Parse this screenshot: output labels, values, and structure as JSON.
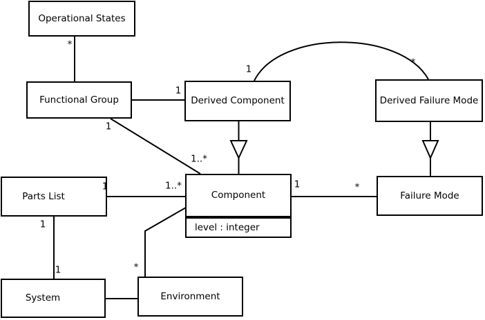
{
  "diagram_type": "uml-class-diagram",
  "colors": {
    "line": "#000000",
    "box_fill": "#ffffff",
    "text": "#000000",
    "background": "#ffffff"
  },
  "boxes": {
    "operational_states": {
      "label": "Operational States"
    },
    "functional_group": {
      "label": "Functional Group"
    },
    "derived_component": {
      "label": "Derived Component"
    },
    "derived_failure_mode": {
      "label": "Derived Failure Mode"
    },
    "parts_list": {
      "label": "Parts List"
    },
    "component": {
      "label": "Component",
      "attribute": "level : integer"
    },
    "failure_mode": {
      "label": "Failure Mode"
    },
    "system": {
      "label": "System"
    },
    "environment": {
      "label": "Environment"
    }
  },
  "multiplicities": {
    "m_opstates_fg": "*",
    "m_fg_dc": "1",
    "m_fg_comp_src": "1",
    "m_fg_comp_dst": "1..*",
    "m_dc_arc": "1",
    "m_dfm_arc": "*",
    "m_pl_comp_src": "1",
    "m_pl_comp_dst": "1..*",
    "m_comp_fm_src": "1",
    "m_comp_fm_dst": "*",
    "m_pl_sys_src": "1",
    "m_pl_sys_dst": "1",
    "m_comp_env_dst": "*"
  },
  "relationships": [
    {
      "from": "Operational States",
      "to": "Functional Group",
      "type": "association",
      "from_multiplicity": "*"
    },
    {
      "from": "Functional Group",
      "to": "Derived Component",
      "type": "association",
      "to_multiplicity": "1"
    },
    {
      "from": "Derived Component",
      "to": "Derived Failure Mode",
      "type": "association",
      "from_multiplicity": "1",
      "to_multiplicity": "*",
      "style": "arc"
    },
    {
      "from": "Functional Group",
      "to": "Component",
      "type": "association",
      "from_multiplicity": "1",
      "to_multiplicity": "1..*"
    },
    {
      "from": "Parts List",
      "to": "Component",
      "type": "association",
      "from_multiplicity": "1",
      "to_multiplicity": "1..*"
    },
    {
      "from": "Component",
      "to": "Failure Mode",
      "type": "association",
      "from_multiplicity": "1",
      "to_multiplicity": "*"
    },
    {
      "from": "Parts List",
      "to": "System",
      "type": "association",
      "from_multiplicity": "1",
      "to_multiplicity": "1"
    },
    {
      "from": "Component",
      "to": "Environment",
      "type": "association",
      "to_multiplicity": "*"
    },
    {
      "from": "System",
      "to": "Environment",
      "type": "association"
    },
    {
      "child": "Derived Component",
      "parent": "Component",
      "type": "generalization"
    },
    {
      "child": "Derived Failure Mode",
      "parent": "Failure Mode",
      "type": "generalization"
    }
  ]
}
